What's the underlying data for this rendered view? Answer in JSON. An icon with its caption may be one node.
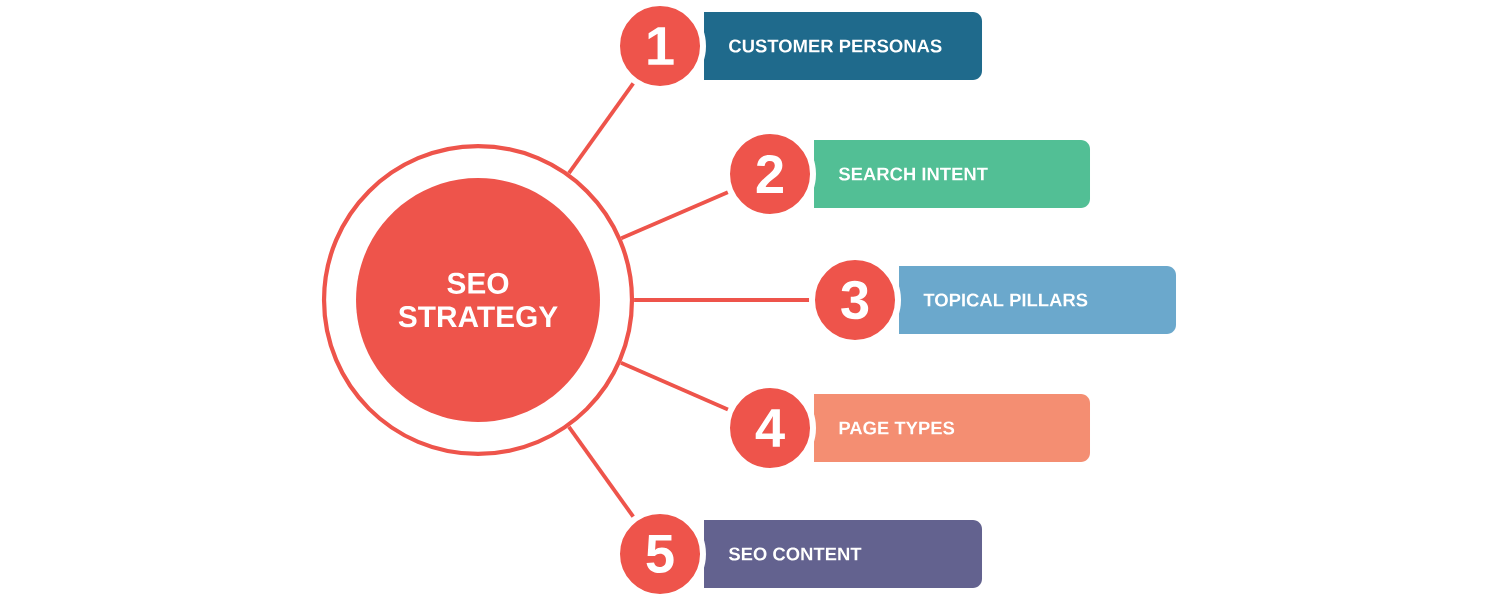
{
  "diagram": {
    "nodes": [
      {
        "text": [
          "SEO STRATEGY"
        ]
      },
      {
        "text": [
          "1"
        ]
      },
      {
        "text": [
          "CUSTOMER PERSONAS"
        ]
      },
      {
        "text": [
          "2"
        ]
      },
      {
        "text": [
          "SEARCH INTENT"
        ]
      },
      {
        "text": [
          "3"
        ]
      },
      {
        "text": [
          "TOPICAL PILLARS"
        ]
      },
      {
        "text": [
          "4"
        ]
      },
      {
        "text": [
          "PAGE TYPES"
        ]
      },
      {
        "text": [
          "5"
        ]
      },
      {
        "text": [
          "SEO CONTENT"
        ]
      }
    ],
    "edges": [
      {
        "from": 0,
        "to": 1,
        "arrow": "none"
      },
      {
        "from": 0,
        "to": 3,
        "arrow": "none"
      },
      {
        "from": 0,
        "to": 5,
        "arrow": "none"
      },
      {
        "from": 0,
        "to": 7,
        "arrow": "none"
      },
      {
        "from": 0,
        "to": 9,
        "arrow": "none"
      }
    ]
  }
}
